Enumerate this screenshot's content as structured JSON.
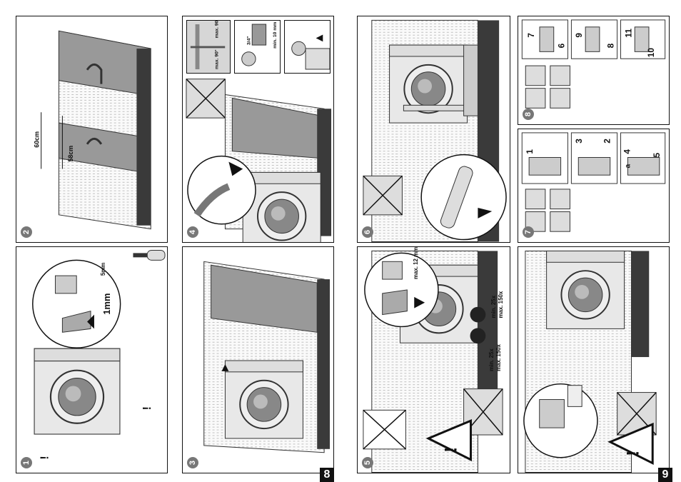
{
  "pages": [
    {
      "number": "8",
      "panels": [
        {
          "id": "1",
          "labels": {
            "screw_gap": "5mm",
            "gap": "1mm",
            "warn1": "!",
            "warn2": "!"
          }
        },
        {
          "id": "2",
          "labels": {
            "width_outer": "60cm",
            "width_inner": "58cm"
          }
        },
        {
          "id": "3",
          "labels": {}
        },
        {
          "id": "4",
          "labels": {
            "angle_top": "max. 90°",
            "angle_bottom": "max. 90°",
            "thread": "3/4\"",
            "min_length": "min. 10 mm"
          }
        }
      ]
    },
    {
      "number": "9",
      "panels": [
        {
          "id": "5",
          "labels": {
            "max_gap": "max. 12 mm",
            "turns_a": "min. 25x",
            "turns_a2": "max. 150x",
            "turns_b": "min. 25x",
            "turns_b2": "max. 150x"
          }
        },
        {
          "id": "6",
          "labels": {}
        },
        {
          "id": "7",
          "labels": {
            "s1": "1",
            "s2": "2",
            "s3": "3",
            "s4": "4",
            "s5": "5",
            "a": "a"
          }
        },
        {
          "id": "8",
          "labels": {
            "s6": "6",
            "s7": "7",
            "s8": "8",
            "s9": "9",
            "s10": "10",
            "s11": "11"
          }
        },
        {
          "id": "9",
          "labels": {}
        }
      ]
    }
  ],
  "colors": {
    "cabinet": "#8a8a8a",
    "dark": "#3a3a3a",
    "light": "#d9d9d9"
  }
}
